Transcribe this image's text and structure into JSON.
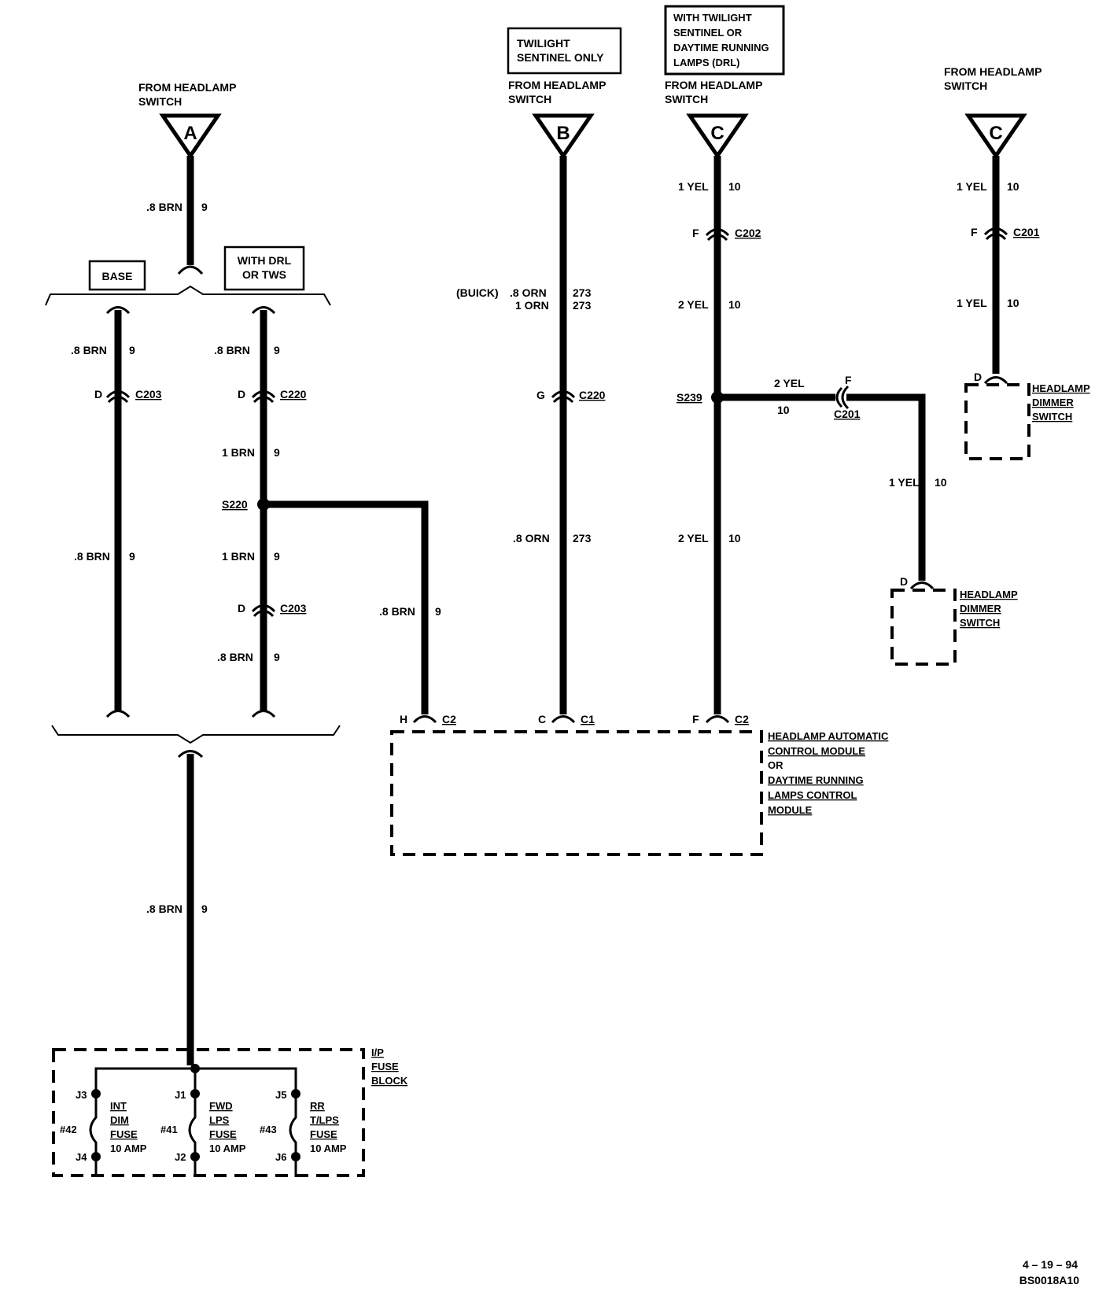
{
  "sources": {
    "a": {
      "title_l1": "FROM HEADLAMP",
      "title_l2": "SWITCH",
      "letter": "A"
    },
    "b": {
      "title_l1": "FROM HEADLAMP",
      "title_l2": "SWITCH",
      "letter": "B",
      "box_l1": "TWILIGHT",
      "box_l2": "SENTINEL ONLY"
    },
    "c1": {
      "title_l1": "FROM HEADLAMP",
      "title_l2": "SWITCH",
      "letter": "C",
      "box_l1": "WITH TWILIGHT",
      "box_l2": "SENTINEL OR",
      "box_l3": "DAYTIME RUNNING",
      "box_l4": "LAMPS (DRL)"
    },
    "c2": {
      "title_l1": "FROM HEADLAMP",
      "title_l2": "SWITCH",
      "letter": "C"
    }
  },
  "options": {
    "base": "BASE",
    "drl_l1": "WITH DRL",
    "drl_l2": "OR TWS"
  },
  "wire_labels": {
    "a_top": ".8 BRN",
    "a_top_c": "9",
    "base_1": ".8 BRN",
    "base_1_c": "9",
    "base_2": ".8 BRN",
    "base_2_c": "9",
    "drl_1": ".8 BRN",
    "drl_1_c": "9",
    "drl_2": "1 BRN",
    "drl_2_c": "9",
    "drl_3": "1 BRN",
    "drl_3_c": "9",
    "drl_4": ".8 BRN",
    "drl_4_c": "9",
    "branch": ".8 BRN",
    "branch_c": "9",
    "bottom": ".8 BRN",
    "bottom_c": "9",
    "b_buick": "(BUICK)",
    "b_1a": ".8  ORN",
    "b_1a_c": "273",
    "b_1b": "1 ORN",
    "b_1b_c": "273",
    "b_2": ".8 ORN",
    "b_2_c": "273",
    "c1_1": "1 YEL",
    "c1_1_c": "10",
    "c1_2": "2 YEL",
    "c1_2_c": "10",
    "c1_3": "2 YEL",
    "c1_3_c": "10",
    "c1_br": "2 YEL",
    "c1_br_c": "10",
    "c1_br2": "1 YEL",
    "c1_br2_c": "10",
    "c2_1": "1 YEL",
    "c2_1_c": "10",
    "c2_2": "1 YEL",
    "c2_2_c": "10"
  },
  "connectors": {
    "base_c203_pin": "D",
    "base_c203": "C203",
    "drl_c220_pin": "D",
    "drl_c220": "C220",
    "drl_c203_pin": "D",
    "drl_c203": "C203",
    "b_c220_pin": "G",
    "b_c220": "C220",
    "c1_c202_pin": "F",
    "c1_c202": "C202",
    "c2_c201_pin": "F",
    "c2_c201": "C201",
    "br_c201_pin": "F",
    "br_c201": "C201",
    "mod_h_pin": "H",
    "mod_h": "C2",
    "mod_c_pin": "C",
    "mod_c": "C1",
    "mod_f_pin": "F",
    "mod_f": "C2",
    "sw1_pin": "D",
    "sw2_pin": "D"
  },
  "splices": {
    "s220": "S220",
    "s239": "S239"
  },
  "components": {
    "module_l1": "HEADLAMP  AUTOMATIC",
    "module_l2": "CONTROL MODULE",
    "module_l3": "OR",
    "module_l4": "DAYTIME RUNNING",
    "module_l5": "LAMPS CONTROL",
    "module_l6": "MODULE",
    "dimmer_l1": "HEADLAMP",
    "dimmer_l2": "DIMMER",
    "dimmer_l3": "SWITCH",
    "dimmer2_l1": "HEADLAMP",
    "dimmer2_l2": "DIMMER",
    "dimmer2_l3": "SWITCH"
  },
  "fuse_block": {
    "title_l1": "I/P",
    "title_l2": "FUSE",
    "title_l3": "BLOCK",
    "fuses": [
      {
        "top_pin": "J3",
        "bottom_pin": "J4",
        "number": "#42",
        "name_l1": "INT",
        "name_l2": "DIM",
        "name_l3": "FUSE",
        "rating": "10 AMP"
      },
      {
        "top_pin": "J1",
        "bottom_pin": "J2",
        "number": "#41",
        "name_l1": "FWD",
        "name_l2": "LPS",
        "name_l3": "FUSE",
        "rating": "10 AMP"
      },
      {
        "top_pin": "J5",
        "bottom_pin": "J6",
        "number": "#43",
        "name_l1": "RR",
        "name_l2": "T/LPS",
        "name_l3": "FUSE",
        "rating": "10 AMP"
      }
    ]
  },
  "footer": {
    "date": "4 – 19 – 94",
    "code": "BS0018A10"
  }
}
